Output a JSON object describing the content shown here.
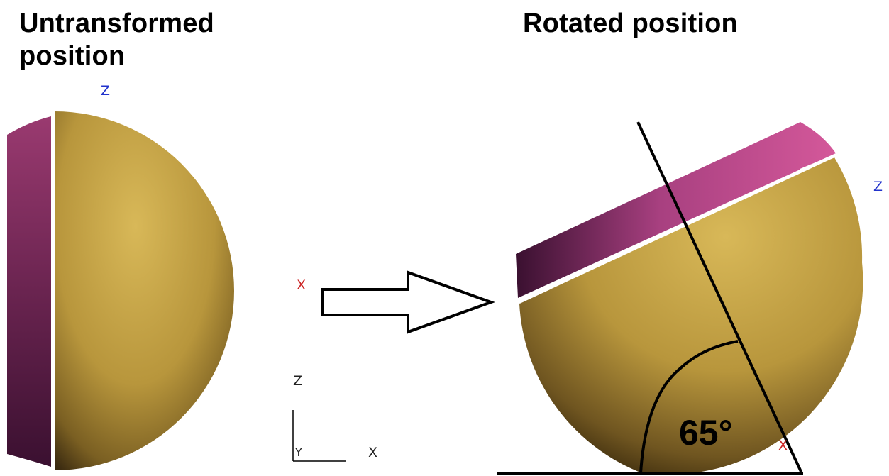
{
  "titles": {
    "left": "Untransformed position",
    "right": "Rotated position"
  },
  "axis_labels": {
    "left_sphere_z": "Z",
    "left_sphere_x": "X",
    "triad_z": "Z",
    "triad_y": "Y",
    "triad_x": "X",
    "right_sphere_z": "Z",
    "right_sphere_x": "X"
  },
  "angle": {
    "label": "65°",
    "degrees": 65
  },
  "colors": {
    "sphere": "#c8a848",
    "sphere_shadow": "#3a2a10",
    "band": "#c04a8a",
    "band_dark": "#3a1030",
    "z_label": "#2233cc",
    "x_label": "#cc2222",
    "arrow_stroke": "#000000"
  },
  "icons": {
    "arrow": "right-arrow-icon"
  }
}
